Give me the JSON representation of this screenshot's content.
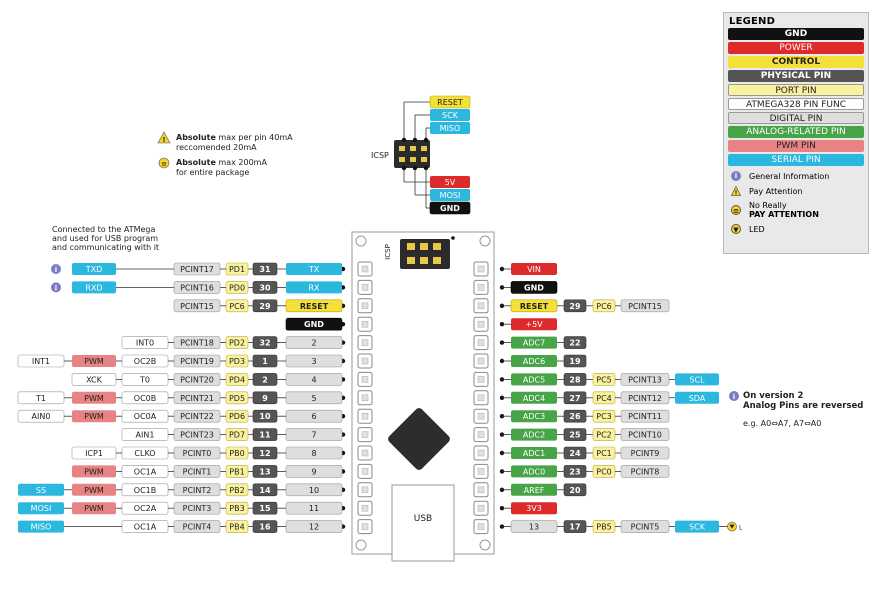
{
  "colors": {
    "gnd": "#111111",
    "power": "#dd2a2a",
    "control": "#f5e03a",
    "physical": "#555555",
    "port": "#fbf2a0",
    "func": "#ffffff",
    "digital": "#dedede",
    "analog": "#47a447",
    "pwm": "#e88383",
    "serial": "#2bb7de"
  },
  "legend": {
    "title": "LEGEND",
    "items": [
      {
        "label": "GND",
        "type": "gnd"
      },
      {
        "label": "POWER",
        "type": "power"
      },
      {
        "label": "CONTROL",
        "type": "control"
      },
      {
        "label": "PHYSICAL PIN",
        "type": "physical"
      },
      {
        "label": "PORT PIN",
        "type": "port"
      },
      {
        "label": "ATMEGA328 PIN FUNC",
        "type": "func"
      },
      {
        "label": "DIGITAL PIN",
        "type": "digital"
      },
      {
        "label": "ANALOG-RELATED PIN",
        "type": "analog"
      },
      {
        "label": "PWM PIN",
        "type": "pwm"
      },
      {
        "label": "SERIAL PIN",
        "type": "serial"
      }
    ],
    "general_info": "General Information",
    "pay_attention": "Pay Attention",
    "no_really": "No Really",
    "pay_attention_caps": "PAY ATTENTION",
    "led": "LED"
  },
  "notes": {
    "max_pin_bold": "Absolute",
    "max_pin_rest": " max per pin 40mA",
    "max_pin_line2": "reccomended 20mA",
    "max_pkg_bold": "Absolute",
    "max_pkg_rest": " max 200mA",
    "max_pkg_line2": "for entire package",
    "usb_conn_1": "Connected to the ATMega",
    "usb_conn_2": "and used for USB program",
    "usb_conn_3": "and communicating with it",
    "version_1": "On version 2",
    "version_2": "Analog Pins are reversed",
    "version_3": "e.g. A0⇔A7, A7⇔A0"
  },
  "icsp": {
    "label": "ICSP",
    "top_pins": [
      {
        "label": "RESET",
        "type": "control"
      },
      {
        "label": "SCK",
        "type": "serial"
      },
      {
        "label": "MISO",
        "type": "serial"
      }
    ],
    "bottom_pins": [
      {
        "label": "5V",
        "type": "power"
      },
      {
        "label": "MOSI",
        "type": "serial"
      },
      {
        "label": "GND",
        "type": "gnd"
      }
    ],
    "board_label": "ICSP"
  },
  "board": {
    "usb_label": "USB"
  },
  "led_label": "L",
  "left_pins": [
    {
      "ext": [
        {
          "label": "TXD",
          "type": "serial",
          "info": true
        }
      ],
      "pcint": "PCINT17",
      "port": "PD1",
      "phys": "31",
      "fn": {
        "label": "TX",
        "type": "serial"
      }
    },
    {
      "ext": [
        {
          "label": "RXD",
          "type": "serial",
          "info": true
        }
      ],
      "pcint": "PCINT16",
      "port": "PD0",
      "phys": "30",
      "fn": {
        "label": "RX",
        "type": "serial"
      }
    },
    {
      "ext": [],
      "pcint": "PCINT15",
      "port": "PC6",
      "phys": "29",
      "fn": {
        "label": "RESET",
        "type": "control"
      }
    },
    {
      "ext": [],
      "pcint": null,
      "port": null,
      "phys": null,
      "fn": {
        "label": "GND",
        "type": "gnd"
      }
    },
    {
      "ext": [
        {
          "label": "INT0",
          "type": "func"
        }
      ],
      "pcint": "PCINT18",
      "port": "PD2",
      "phys": "32",
      "fn": {
        "label": "2",
        "type": "digital"
      }
    },
    {
      "ext": [
        {
          "label": "INT1",
          "type": "func"
        },
        {
          "label": "PWM",
          "type": "pwm"
        },
        {
          "label": "OC2B",
          "type": "func"
        }
      ],
      "pcint": "PCINT19",
      "port": "PD3",
      "phys": "1",
      "fn": {
        "label": "3",
        "type": "digital"
      }
    },
    {
      "ext": [
        {
          "label": "XCK",
          "type": "func"
        },
        {
          "label": "T0",
          "type": "func"
        }
      ],
      "pcint": "PCINT20",
      "port": "PD4",
      "phys": "2",
      "fn": {
        "label": "4",
        "type": "digital"
      }
    },
    {
      "ext": [
        {
          "label": "T1",
          "type": "func"
        },
        {
          "label": "PWM",
          "type": "pwm"
        },
        {
          "label": "OC0B",
          "type": "func"
        }
      ],
      "pcint": "PCINT21",
      "port": "PD5",
      "phys": "9",
      "fn": {
        "label": "5",
        "type": "digital"
      }
    },
    {
      "ext": [
        {
          "label": "AIN0",
          "type": "func"
        },
        {
          "label": "PWM",
          "type": "pwm"
        },
        {
          "label": "OC0A",
          "type": "func"
        }
      ],
      "pcint": "PCINT22",
      "port": "PD6",
      "phys": "10",
      "fn": {
        "label": "6",
        "type": "digital"
      }
    },
    {
      "ext": [
        {
          "label": "AIN1",
          "type": "func"
        }
      ],
      "pcint": "PCINT23",
      "port": "PD7",
      "phys": "11",
      "fn": {
        "label": "7",
        "type": "digital"
      }
    },
    {
      "ext": [
        {
          "label": "ICP1",
          "type": "func"
        },
        {
          "label": "CLKO",
          "type": "func"
        }
      ],
      "pcint": "PCINT0",
      "port": "PB0",
      "phys": "12",
      "fn": {
        "label": "8",
        "type": "digital"
      }
    },
    {
      "ext": [
        {
          "label": "PWM",
          "type": "pwm"
        },
        {
          "label": "OC1A",
          "type": "func"
        }
      ],
      "pcint": "PCINT1",
      "port": "PB1",
      "phys": "13",
      "fn": {
        "label": "9",
        "type": "digital"
      }
    },
    {
      "ext": [
        {
          "label": "SS",
          "type": "serial"
        },
        {
          "label": "PWM",
          "type": "pwm"
        },
        {
          "label": "OC1B",
          "type": "func"
        }
      ],
      "pcint": "PCINT2",
      "port": "PB2",
      "phys": "14",
      "fn": {
        "label": "10",
        "type": "digital"
      }
    },
    {
      "ext": [
        {
          "label": "MOSI",
          "type": "serial"
        },
        {
          "label": "PWM",
          "type": "pwm"
        },
        {
          "label": "OC2A",
          "type": "func"
        }
      ],
      "pcint": "PCINT3",
      "port": "PB3",
      "phys": "15",
      "fn": {
        "label": "11",
        "type": "digital"
      }
    },
    {
      "ext": [
        {
          "label": "MISO",
          "type": "serial"
        },
        {
          "label": "OC1A",
          "type": "func"
        }
      ],
      "pcint": "PCINT4",
      "port": "PB4",
      "phys": "16",
      "fn": {
        "label": "12",
        "type": "digital"
      }
    }
  ],
  "right_pins": [
    {
      "fn": {
        "label": "VIN",
        "type": "power"
      },
      "phys": null,
      "port": null,
      "pcint": null,
      "ext": null
    },
    {
      "fn": {
        "label": "GND",
        "type": "gnd"
      },
      "phys": null,
      "port": null,
      "pcint": null,
      "ext": null
    },
    {
      "fn": {
        "label": "RESET",
        "type": "control"
      },
      "phys": "29",
      "port": "PC6",
      "pcint": "PCINT15",
      "ext": null
    },
    {
      "fn": {
        "label": "+5V",
        "type": "power"
      },
      "phys": null,
      "port": null,
      "pcint": null,
      "ext": null
    },
    {
      "fn": {
        "label": "ADC7",
        "type": "analog"
      },
      "phys": "22",
      "port": null,
      "pcint": null,
      "ext": null
    },
    {
      "fn": {
        "label": "ADC6",
        "type": "analog"
      },
      "phys": "19",
      "port": null,
      "pcint": null,
      "ext": null
    },
    {
      "fn": {
        "label": "ADC5",
        "type": "analog"
      },
      "phys": "28",
      "port": "PC5",
      "pcint": "PCINT13",
      "ext": {
        "label": "SCL",
        "type": "serial"
      }
    },
    {
      "fn": {
        "label": "ADC4",
        "type": "analog"
      },
      "phys": "27",
      "port": "PC4",
      "pcint": "PCINT12",
      "ext": {
        "label": "SDA",
        "type": "serial"
      }
    },
    {
      "fn": {
        "label": "ADC3",
        "type": "analog"
      },
      "phys": "26",
      "port": "PC3",
      "pcint": "PCINT11",
      "ext": null
    },
    {
      "fn": {
        "label": "ADC2",
        "type": "analog"
      },
      "phys": "25",
      "port": "PC2",
      "pcint": "PCINT10",
      "ext": null
    },
    {
      "fn": {
        "label": "ADC1",
        "type": "analog"
      },
      "phys": "24",
      "port": "PC1",
      "pcint": "PCINT9",
      "ext": null
    },
    {
      "fn": {
        "label": "ADC0",
        "type": "analog"
      },
      "phys": "23",
      "port": "PC0",
      "pcint": "PCINT8",
      "ext": null
    },
    {
      "fn": {
        "label": "AREF",
        "type": "analog"
      },
      "phys": "20",
      "port": null,
      "pcint": null,
      "ext": null
    },
    {
      "fn": {
        "label": "3V3",
        "type": "power"
      },
      "phys": null,
      "port": null,
      "pcint": null,
      "ext": null
    },
    {
      "fn": {
        "label": "13",
        "type": "digital"
      },
      "phys": "17",
      "port": "PB5",
      "pcint": "PCINT5",
      "ext": {
        "label": "SCK",
        "type": "serial"
      },
      "led": true
    }
  ]
}
